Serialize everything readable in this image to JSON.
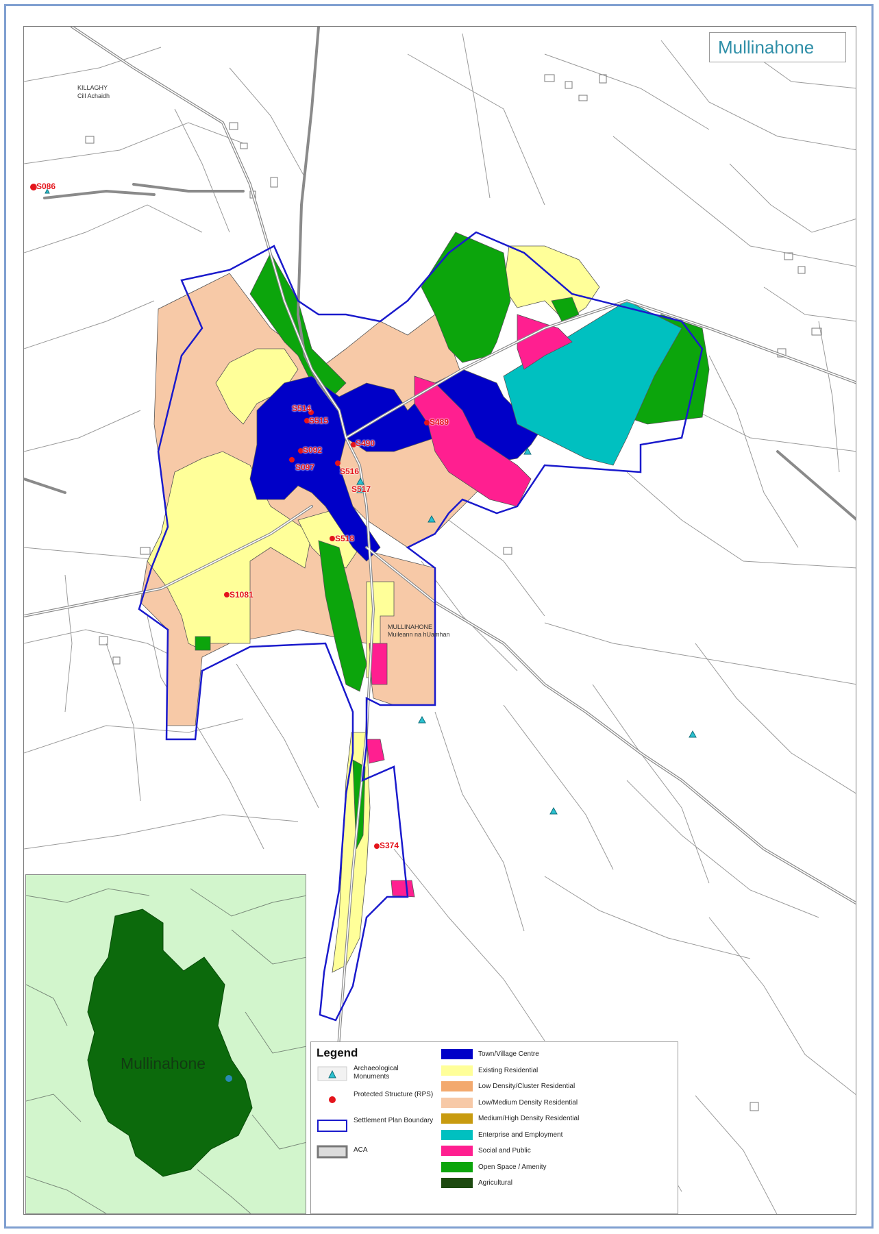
{
  "title": "Mullinahone",
  "inset_label": "Mullinahone",
  "place_labels": {
    "killaghy_en": "KILLAGHY",
    "killaghy_ga": "Cill Achaidh",
    "mullinahone_en": "MULLINAHONE",
    "mullinahone_ga": "Muileann na hUamhan"
  },
  "protected_structures": [
    "S086",
    "S514",
    "S515",
    "S092",
    "S097",
    "S490",
    "S516",
    "S517",
    "S518",
    "S489",
    "S1081",
    "S374"
  ],
  "legend": {
    "title": "Legend",
    "symbols": [
      {
        "label": "Archaeological Monuments",
        "icon": "triangle-icon"
      },
      {
        "label": "Protected Structure (RPS)",
        "icon": "red-dot-icon"
      },
      {
        "label": "Settlement Plan Boundary",
        "icon": "boundary-icon"
      },
      {
        "label": "ACA",
        "icon": "aca-hatch-icon"
      }
    ],
    "zones": [
      {
        "label": "Town/Village Centre",
        "color": "#0000c8"
      },
      {
        "label": "Existing Residential",
        "color": "#ffff99"
      },
      {
        "label": "Low Density/Cluster Residential",
        "color": "#f3a96e"
      },
      {
        "label": "Low/Medium Density Residential",
        "color": "#f7c9a7"
      },
      {
        "label": "Medium/High Density Residential",
        "color": "#c89b10"
      },
      {
        "label": "Enterprise and Employment",
        "color": "#00c0c0"
      },
      {
        "label": "Social and Public",
        "color": "#ff1f90"
      },
      {
        "label": "Open Space / Amenity",
        "color": "#0ca50c"
      },
      {
        "label": "Agricultural",
        "color": "#1d4a10"
      }
    ]
  },
  "colors": {
    "boundary": "#1a1acc",
    "roads": "#8a8a8a",
    "monument": "#2bc0cf",
    "rps": "#e4141b",
    "county": "#0c6a0c",
    "inset_bg": "#d2f5cc",
    "title": "#2f8fa8"
  }
}
